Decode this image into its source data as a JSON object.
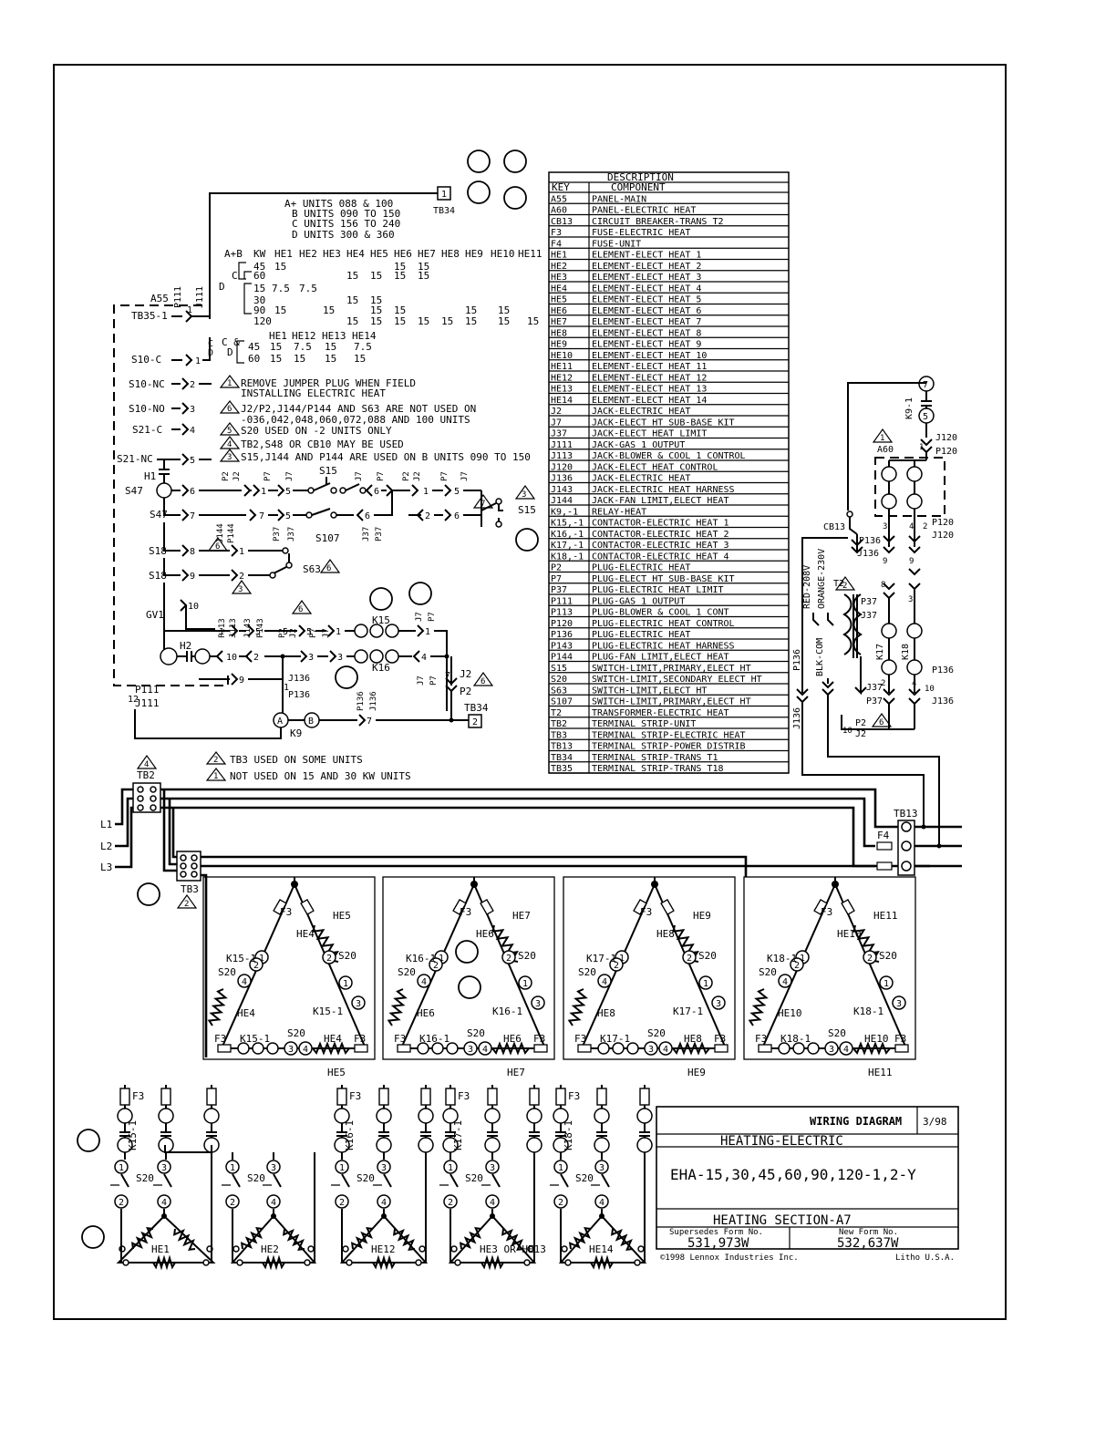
{
  "unit_legend": [
    "A+ UNITS 088 & 100",
    "B UNITS 090 TO 150",
    "C UNITS 156 TO 240",
    "D UNITS 300 & 360"
  ],
  "kw_table": {
    "headers": [
      "A+B",
      "KW",
      "HE1",
      "HE2",
      "HE3",
      "HE4",
      "HE5",
      "HE6",
      "HE7",
      "HE8",
      "HE9",
      "HE10",
      "HE11"
    ],
    "group_labels": [
      "C",
      "D"
    ],
    "rows": [
      [
        "45",
        "15",
        "",
        "",
        "",
        "",
        "15",
        "15",
        "",
        "",
        "",
        ""
      ],
      [
        "60",
        "",
        "",
        "",
        "15",
        "15",
        "15",
        "15",
        "",
        "",
        "",
        ""
      ],
      [
        "15",
        "7.5",
        "7.5",
        "",
        "",
        "",
        "",
        "",
        "",
        "",
        "",
        ""
      ],
      [
        "30",
        "",
        "",
        "",
        "15",
        "15",
        "",
        "",
        "",
        "",
        "",
        ""
      ],
      [
        "90",
        "15",
        "",
        "15",
        "",
        "15",
        "15",
        "",
        "",
        "15",
        "15",
        ""
      ],
      [
        "120",
        "",
        "",
        "",
        "15",
        "15",
        "15",
        "15",
        "15",
        "15",
        "15",
        "15"
      ]
    ],
    "cd_headers": [
      "C &",
      "D",
      "HE1",
      "HE12",
      "HE13",
      "HE14"
    ],
    "cd_rows": [
      [
        "45",
        "15",
        "7.5",
        "15",
        "7.5"
      ],
      [
        "60",
        "15",
        "15",
        "15",
        "15"
      ]
    ]
  },
  "notes": [
    {
      "num": "1",
      "text": "REMOVE JUMPER PLUG WHEN FIELD"
    },
    {
      "num": "",
      "text": "INSTALLING ELECTRIC HEAT"
    },
    {
      "num": "6",
      "text": "J2/P2,J144/P144 AND S63 ARE NOT USED ON"
    },
    {
      "num": "",
      "text": "-036,042,048,060,072,088 AND 100 UNITS"
    },
    {
      "num": "5",
      "text": "S20 USED ON -2 UNITS ONLY"
    },
    {
      "num": "4",
      "text": "TB2,S48 OR CB10 MAY BE USED"
    },
    {
      "num": "3",
      "text": "S15,J144 AND P144 ARE USED ON B UNITS 090 TO 150"
    }
  ],
  "bottom_notes": [
    {
      "num": "2",
      "text": "TB3 USED ON SOME UNITS"
    },
    {
      "num": "1",
      "text": "NOT USED ON 15 AND 30 KW UNITS"
    }
  ],
  "description_table": {
    "title": "DESCRIPTION",
    "key_header": "KEY",
    "component_header": "COMPONENT",
    "rows": [
      {
        "key": "A55",
        "component": "PANEL-MAIN"
      },
      {
        "key": "A60",
        "component": "PANEL-ELECTRIC HEAT"
      },
      {
        "key": "CB13",
        "component": "CIRCUIT BREAKER-TRANS T2"
      },
      {
        "key": "F3",
        "component": "FUSE-ELECTRIC HEAT"
      },
      {
        "key": "F4",
        "component": "FUSE-UNIT"
      },
      {
        "key": "HE1",
        "component": "ELEMENT-ELECT HEAT 1"
      },
      {
        "key": "HE2",
        "component": "ELEMENT-ELECT HEAT 2"
      },
      {
        "key": "HE3",
        "component": "ELEMENT-ELECT HEAT 3"
      },
      {
        "key": "HE4",
        "component": "ELEMENT-ELECT HEAT 4"
      },
      {
        "key": "HE5",
        "component": "ELEMENT-ELECT HEAT 5"
      },
      {
        "key": "HE6",
        "component": "ELEMENT-ELECT HEAT 6"
      },
      {
        "key": "HE7",
        "component": "ELEMENT-ELECT HEAT 7"
      },
      {
        "key": "HE8",
        "component": "ELEMENT-ELECT HEAT 8"
      },
      {
        "key": "HE9",
        "component": "ELEMENT-ELECT HEAT 9"
      },
      {
        "key": "HE10",
        "component": "ELEMENT-ELECT HEAT 10"
      },
      {
        "key": "HE11",
        "component": "ELEMENT-ELECT HEAT 11"
      },
      {
        "key": "HE12",
        "component": "ELEMENT-ELECT HEAT 12"
      },
      {
        "key": "HE13",
        "component": "ELEMENT-ELECT HEAT 13"
      },
      {
        "key": "HE14",
        "component": "ELEMENT-ELECT HEAT 14"
      },
      {
        "key": "J2",
        "component": "JACK-ELECTRIC HEAT"
      },
      {
        "key": "J7",
        "component": "JACK-ELECT HT SUB-BASE KIT"
      },
      {
        "key": "J37",
        "component": "JACK-ELECT HEAT LIMIT"
      },
      {
        "key": "J111",
        "component": "JACK-GAS 1 OUTPUT"
      },
      {
        "key": "J113",
        "component": "JACK-BLOWER & COOL 1 CONTROL"
      },
      {
        "key": "J120",
        "component": "JACK-ELECT HEAT CONTROL"
      },
      {
        "key": "J136",
        "component": "JACK-ELECTRIC HEAT"
      },
      {
        "key": "J143",
        "component": "JACK-ELECTRIC HEAT HARNESS"
      },
      {
        "key": "J144",
        "component": "JACK-FAN LIMIT,ELECT HEAT"
      },
      {
        "key": "K9,-1",
        "component": "RELAY-HEAT"
      },
      {
        "key": "K15,-1",
        "component": "CONTACTOR-ELECTRIC HEAT 1"
      },
      {
        "key": "K16,-1",
        "component": "CONTACTOR-ELECTRIC HEAT 2"
      },
      {
        "key": "K17,-1",
        "component": "CONTACTOR-ELECTRIC HEAT 3"
      },
      {
        "key": "K18,-1",
        "component": "CONTACTOR-ELECTRIC HEAT 4"
      },
      {
        "key": "P2",
        "component": "PLUG-ELECTRIC HEAT"
      },
      {
        "key": "P7",
        "component": "PLUG-ELECT HT SUB-BASE KIT"
      },
      {
        "key": "P37",
        "component": "PLUG-ELECTRIC HEAT LIMIT"
      },
      {
        "key": "P111",
        "component": "PLUG-GAS 1 OUTPUT"
      },
      {
        "key": "P113",
        "component": "PLUG-BLOWER & COOL 1 CONT"
      },
      {
        "key": "P120",
        "component": "PLUG-ELECTRIC HEAT CONTROL"
      },
      {
        "key": "P136",
        "component": "PLUG-ELECTRIC HEAT"
      },
      {
        "key": "P143",
        "component": "PLUG-ELECTRIC HEAT HARNESS"
      },
      {
        "key": "P144",
        "component": "PLUG-FAN LIMIT,ELECT HEAT"
      },
      {
        "key": "S15",
        "component": "SWITCH-LIMIT,PRIMARY,ELECT HT"
      },
      {
        "key": "S20",
        "component": "SWITCH-LIMIT,SECONDARY ELECT HT"
      },
      {
        "key": "S63",
        "component": "SWITCH-LIMIT,ELECT HT"
      },
      {
        "key": "S107",
        "component": "SWITCH-LIMIT,PRIMARY,ELECT HT"
      },
      {
        "key": "T2",
        "component": "TRANSFORMER-ELECTRIC HEAT"
      },
      {
        "key": "TB2",
        "component": "TERMINAL STRIP-UNIT"
      },
      {
        "key": "TB3",
        "component": "TERMINAL STRIP-ELECTRIC HEAT"
      },
      {
        "key": "TB13",
        "component": "TERMINAL STRIP-POWER DISTRIB"
      },
      {
        "key": "TB34",
        "component": "TERMINAL STRIP-TRANS T1"
      },
      {
        "key": "TB35",
        "component": "TERMINAL STRIP-TRANS T18"
      }
    ]
  },
  "title_block": {
    "doc_title": "WIRING DIAGRAM",
    "date": "3/98",
    "section": "HEATING-ELECTRIC",
    "models": "EHA-15,30,45,60,90,120-1,2-Y",
    "subtitle": "HEATING SECTION-A7",
    "supersedes_label": "Supersedes Form No.",
    "supersedes_value": "531,973W",
    "new_form_label": "New Form No.",
    "new_form_value": "532,637W",
    "copyright": "©1998 Lennox Industries Inc.",
    "litho": "Litho U.S.A."
  },
  "control_labels": {
    "a55": "A55",
    "p111_top": "P111",
    "j111_top": "J111",
    "tb34_top": "TB34",
    "tb35": "TB35-1",
    "s10c": "S10-C",
    "s10nc": "S10-NC",
    "s10no": "S10-NO",
    "s21c": "S21-C",
    "s21nc": "S21-NC",
    "h1": "H1",
    "s47": "S47",
    "s47b": "S47",
    "s18": "S18",
    "s18b": "S18",
    "gv1": "GV1",
    "h2": "H2",
    "p111_bot": "P111",
    "j111_bot": "J111",
    "k9": "K9",
    "tb34_bot": "TB34",
    "s15": "S15",
    "s15b": "S15",
    "s107": "S107",
    "s63": "S63",
    "k15": "K15",
    "k16": "K16",
    "j136": "J136",
    "p136": "P136",
    "p2": "P2",
    "j2": "J2",
    "a": "A",
    "b": "B"
  },
  "power_labels": {
    "tb2": "TB2",
    "tb3": "TB3",
    "tb13": "TB13",
    "f4": "F4",
    "l1": "L1",
    "l2": "L2",
    "l3": "L3"
  },
  "right_labels": {
    "a60": "A60",
    "cb13": "CB13",
    "t2": "T2",
    "k9_1": "K9-1",
    "j120": "J120",
    "p120": "P120",
    "red": "RED-208V",
    "orange": "ORANGE-230V",
    "blk": "BLK-COM",
    "k17": "K17",
    "k18": "K18",
    "p136": "P136",
    "j136": "J136",
    "j37": "J37",
    "p37": "P37",
    "p2": "P2",
    "j2": "J2"
  },
  "delta_banks": [
    {
      "contactor": "K15-1",
      "top_he": "HE5",
      "left_he": "HE4",
      "bottom_he": "HE4",
      "bottom_he2": "HE5"
    },
    {
      "contactor": "K16-1",
      "top_he": "HE7",
      "left_he": "HE6",
      "bottom_he": "HE6",
      "bottom_he2": "HE7"
    },
    {
      "contactor": "K17-1",
      "top_he": "HE9",
      "left_he": "HE8",
      "bottom_he": "HE8",
      "bottom_he2": "HE9"
    },
    {
      "contactor": "K18-1",
      "top_he": "HE11",
      "left_he": "HE10",
      "bottom_he": "HE10",
      "bottom_he2": "HE11"
    }
  ],
  "lower_banks": [
    {
      "contactor": "K15-1",
      "element": "HE1"
    },
    {
      "contactor": "",
      "element": "HE2"
    },
    {
      "contactor": "K16-1",
      "element": "HE12"
    },
    {
      "contactor": "K17-1",
      "element": "HE3 OR HE13"
    },
    {
      "contactor": "K18-1",
      "element": "HE14"
    }
  ],
  "common": {
    "f3": "F3",
    "s20": "S20"
  }
}
